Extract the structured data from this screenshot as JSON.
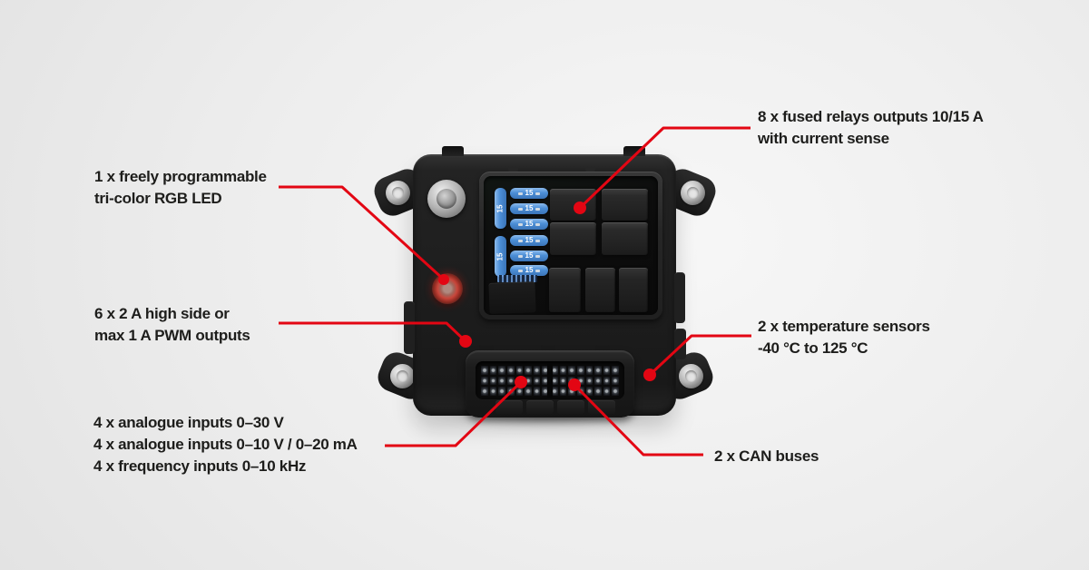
{
  "colors": {
    "accent": "#e30613",
    "text": "#1d1d1b",
    "fuse_blue": "#4c8ed6",
    "background": "#ededed"
  },
  "device": {
    "name": "power-distribution-module",
    "fuse_amp": "15"
  },
  "callouts": {
    "fused_relays": {
      "lines": [
        "8 x fused relays outputs 10/15 A",
        "with current sense"
      ]
    },
    "rgb_led": {
      "lines": [
        "1 x freely programmable",
        "tri-color RGB LED"
      ]
    },
    "pwm_outputs": {
      "lines": [
        "6 x 2 A high side or",
        "max 1 A PWM outputs"
      ]
    },
    "temperature_sensors": {
      "lines": [
        "2 x temperature sensors",
        "-40 °C to 125 °C"
      ]
    },
    "analogue_inputs": {
      "lines": [
        "4 x analogue inputs 0–30 V",
        "4 x analogue inputs 0–10 V / 0–20 mA",
        "4 x frequency inputs 0–10 kHz"
      ]
    },
    "can_buses": {
      "lines": [
        "2 x CAN buses"
      ]
    }
  }
}
